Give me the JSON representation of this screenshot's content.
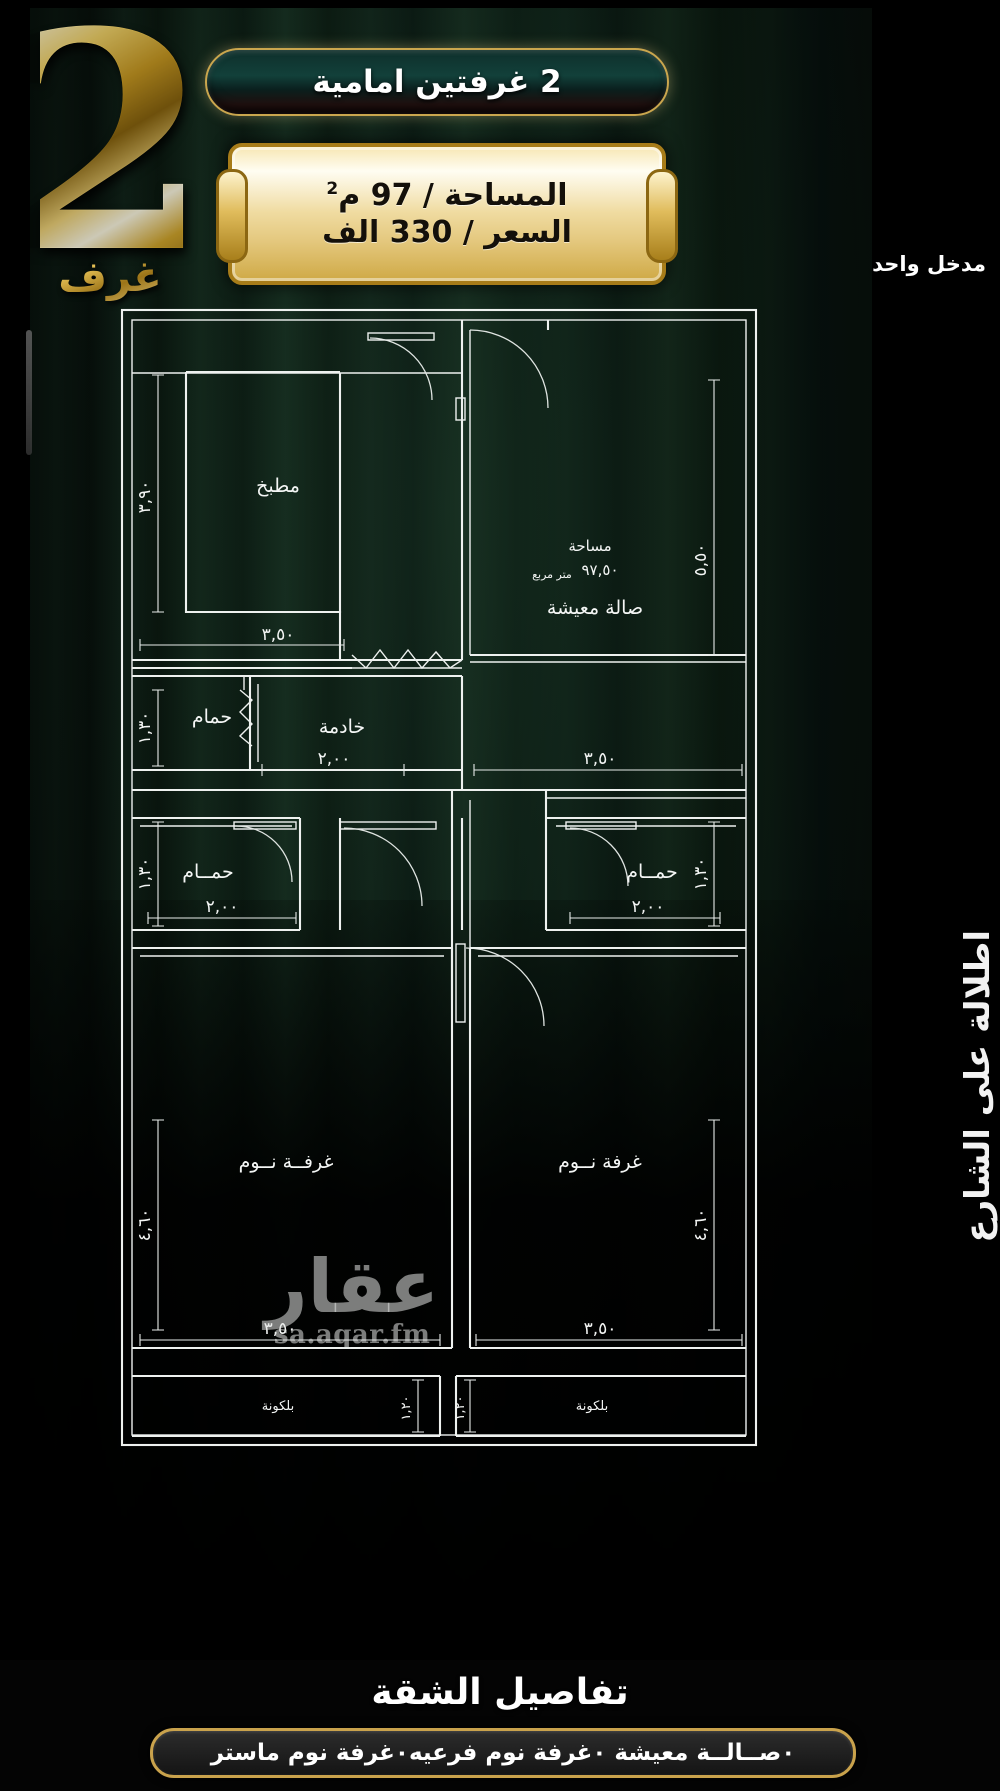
{
  "header": {
    "badge_number": "2",
    "badge_word": "غرف",
    "title": "2 غرفتين  امامية",
    "plaque_area": "المساحة / 97 م",
    "plaque_area_sup": "2",
    "plaque_price": "السعر / 330 الف",
    "entrance_note": "مدخل واحد"
  },
  "plan": {
    "street_view_label": "اطلالة على الشارع",
    "area_caption": "مساحة",
    "area_value": "٩٧,٥٠",
    "area_unit": "متر مربع",
    "rooms": {
      "kitchen": "مطبخ",
      "living": "صالة  معيشة",
      "maid": "خادمة",
      "bath_maid": "حمام",
      "bath_left": "حمــام",
      "bath_right": "حمــام",
      "bedroom_left": "غرفــة  نــوم",
      "bedroom_right": "غرفة  نــوم",
      "balcony_left": "بلكونة",
      "balcony_right": "بلكونة"
    },
    "dimensions": {
      "kitchen_v": "٣,٩٠",
      "kitchen_h": "٣,٥٠",
      "living_v": "٥,٥٠",
      "living_h": "٣,٥٠",
      "bath_maid_v": "١,٣٠",
      "maid_h": "٢,٠٠",
      "bath_left_v": "١,٣٠",
      "bath_left_h": "٢,٠٠",
      "bath_right_v": "١,٣٠",
      "bath_right_h": "٢,٠٠",
      "bedroom_left_v": "٤,٦٠",
      "bedroom_left_h": "٣,٥٠",
      "bedroom_right_v": "٤,٦٠",
      "bedroom_right_h": "٣,٥٠",
      "balcony_left_v": "١,٢٠",
      "balcony_right_v": "١,٢٠"
    }
  },
  "watermark": {
    "logo": "عقار",
    "url": "sa.aqar.fm"
  },
  "footer": {
    "title": "تفاصيل الشقة",
    "details": "٠صــالــة معيشة ٠غرفة نوم فرعيه٠غرفة نوم  ماستر"
  },
  "colors": {
    "gold": "#d9b45a",
    "plan_line": "#eef1ef",
    "bg_green": "#0c1d14"
  }
}
